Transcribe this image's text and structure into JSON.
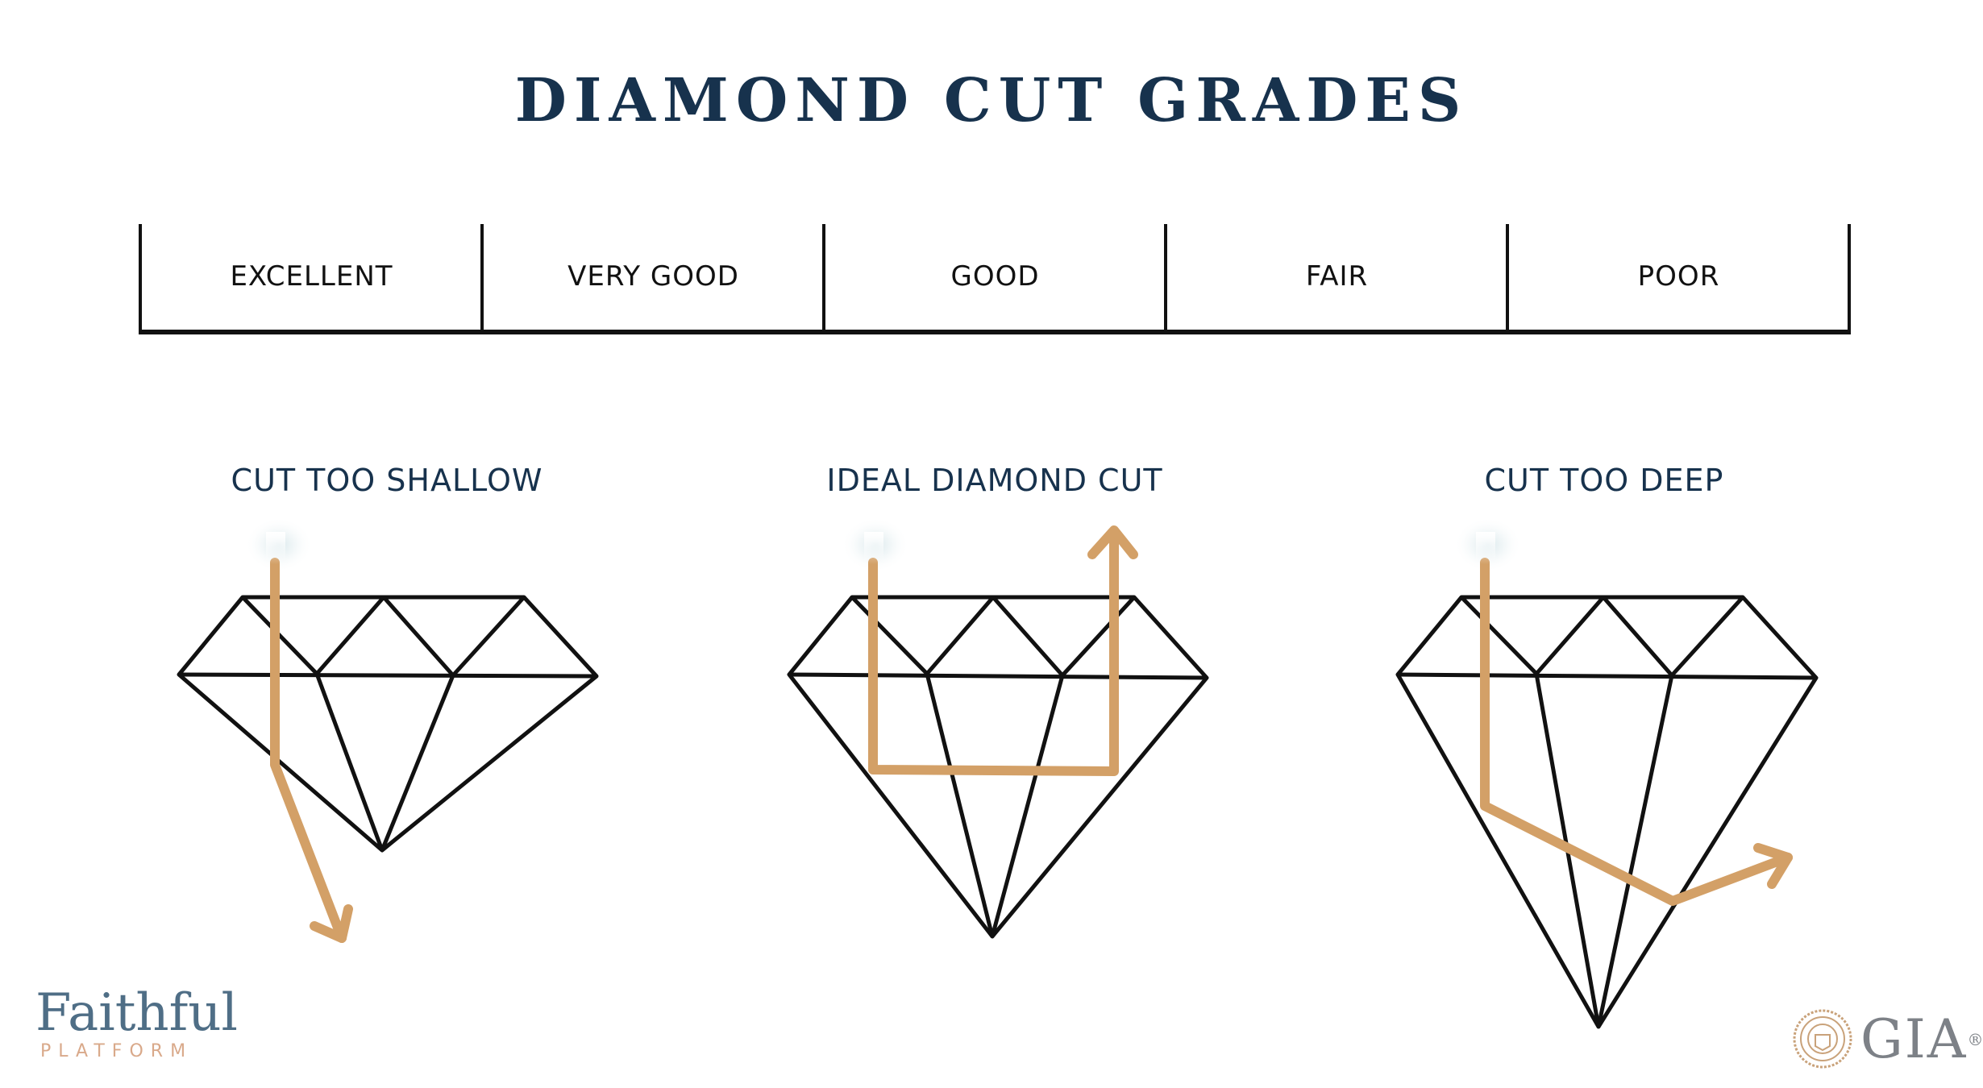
{
  "title": "DIAMOND CUT GRADES",
  "grades": [
    "EXCELLENT",
    "VERY GOOD",
    "GOOD",
    "FAIR",
    "POOR"
  ],
  "diagrams": [
    {
      "caption": "CUT TOO SHALLOW"
    },
    {
      "caption": "IDEAL DIAMOND CUT"
    },
    {
      "caption": "CUT TOO DEEP"
    }
  ],
  "colors": {
    "title": "#17324d",
    "caption": "#17324d",
    "outline": "#111111",
    "light_path": "#d3a067",
    "brand_faithful": "#4f6e86",
    "brand_platform": "#d9a98a",
    "brand_gia": "#7d8187"
  },
  "logos": {
    "faithful": {
      "word": "Faithful",
      "sub": "PLATFORM"
    },
    "gia": {
      "text": "GIA",
      "mark": "®"
    }
  }
}
